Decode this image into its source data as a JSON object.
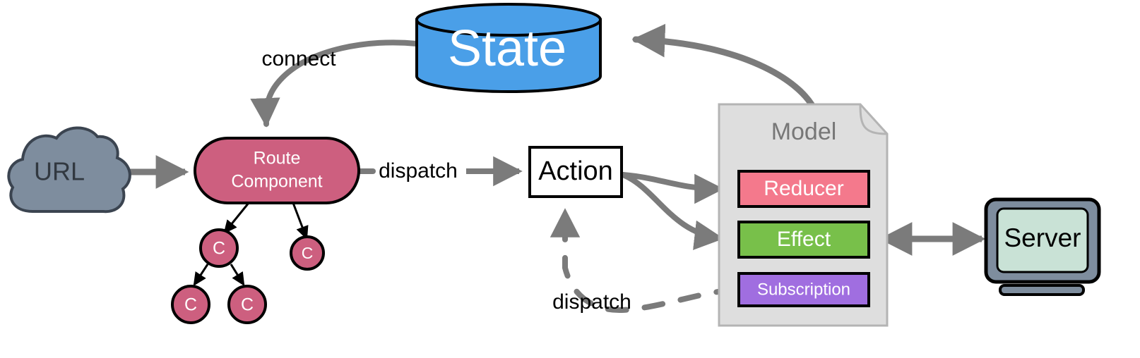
{
  "diagram": {
    "title": "Redux / NgRx data flow diagram",
    "background": "#ffffff"
  },
  "nodes": {
    "url": {
      "label": "URL",
      "shape": "cloud",
      "fill": "#7e8d9e",
      "stroke": "#3b4450",
      "text_color": "#313840"
    },
    "route_component": {
      "label_line1": "Route",
      "label_line2": "Component",
      "shape": "rounded-rect",
      "fill": "#cd5f7f",
      "stroke": "#000000",
      "text_color": "#ffffff"
    },
    "tree_nodes": [
      {
        "label": "C",
        "fill": "#cd5f7f",
        "stroke": "#000000",
        "text_color": "#ffffff"
      },
      {
        "label": "C",
        "fill": "#cd5f7f",
        "stroke": "#000000",
        "text_color": "#ffffff"
      },
      {
        "label": "C",
        "fill": "#cd5f7f",
        "stroke": "#000000",
        "text_color": "#ffffff"
      },
      {
        "label": "C",
        "fill": "#cd5f7f",
        "stroke": "#000000",
        "text_color": "#ffffff"
      }
    ],
    "state": {
      "label": "State",
      "shape": "cylinder",
      "fill": "#4a9fe8",
      "stroke": "#000000",
      "text_color": "#ffffff"
    },
    "action": {
      "label": "Action",
      "shape": "rect",
      "fill": "#ffffff",
      "stroke": "#000000",
      "text_color": "#000000"
    },
    "model": {
      "label": "Model",
      "shape": "note",
      "fill": "#dedede",
      "stroke": "#b4b4b4",
      "text_color": "#777777",
      "items": [
        {
          "label": "Reducer",
          "fill": "#f4798c",
          "stroke": "#000000",
          "text_color": "#ffffff"
        },
        {
          "label": "Effect",
          "fill": "#78c04a",
          "stroke": "#000000",
          "text_color": "#ffffff"
        },
        {
          "label": "Subscription",
          "fill": "#a06ee0",
          "stroke": "#000000",
          "text_color": "#ffffff"
        }
      ]
    },
    "server": {
      "label": "Server",
      "shape": "monitor",
      "bezel_fill": "#7e8d9e",
      "screen_fill": "#c9e2d6",
      "stroke": "#000000",
      "text_color": "#000000"
    }
  },
  "edges": {
    "connect_label": "connect",
    "dispatch_label": "dispatch",
    "dispatch_subscription_label": "dispatch",
    "arrow_color": "#7b7b7b",
    "tree_arrow_color": "#000000"
  }
}
